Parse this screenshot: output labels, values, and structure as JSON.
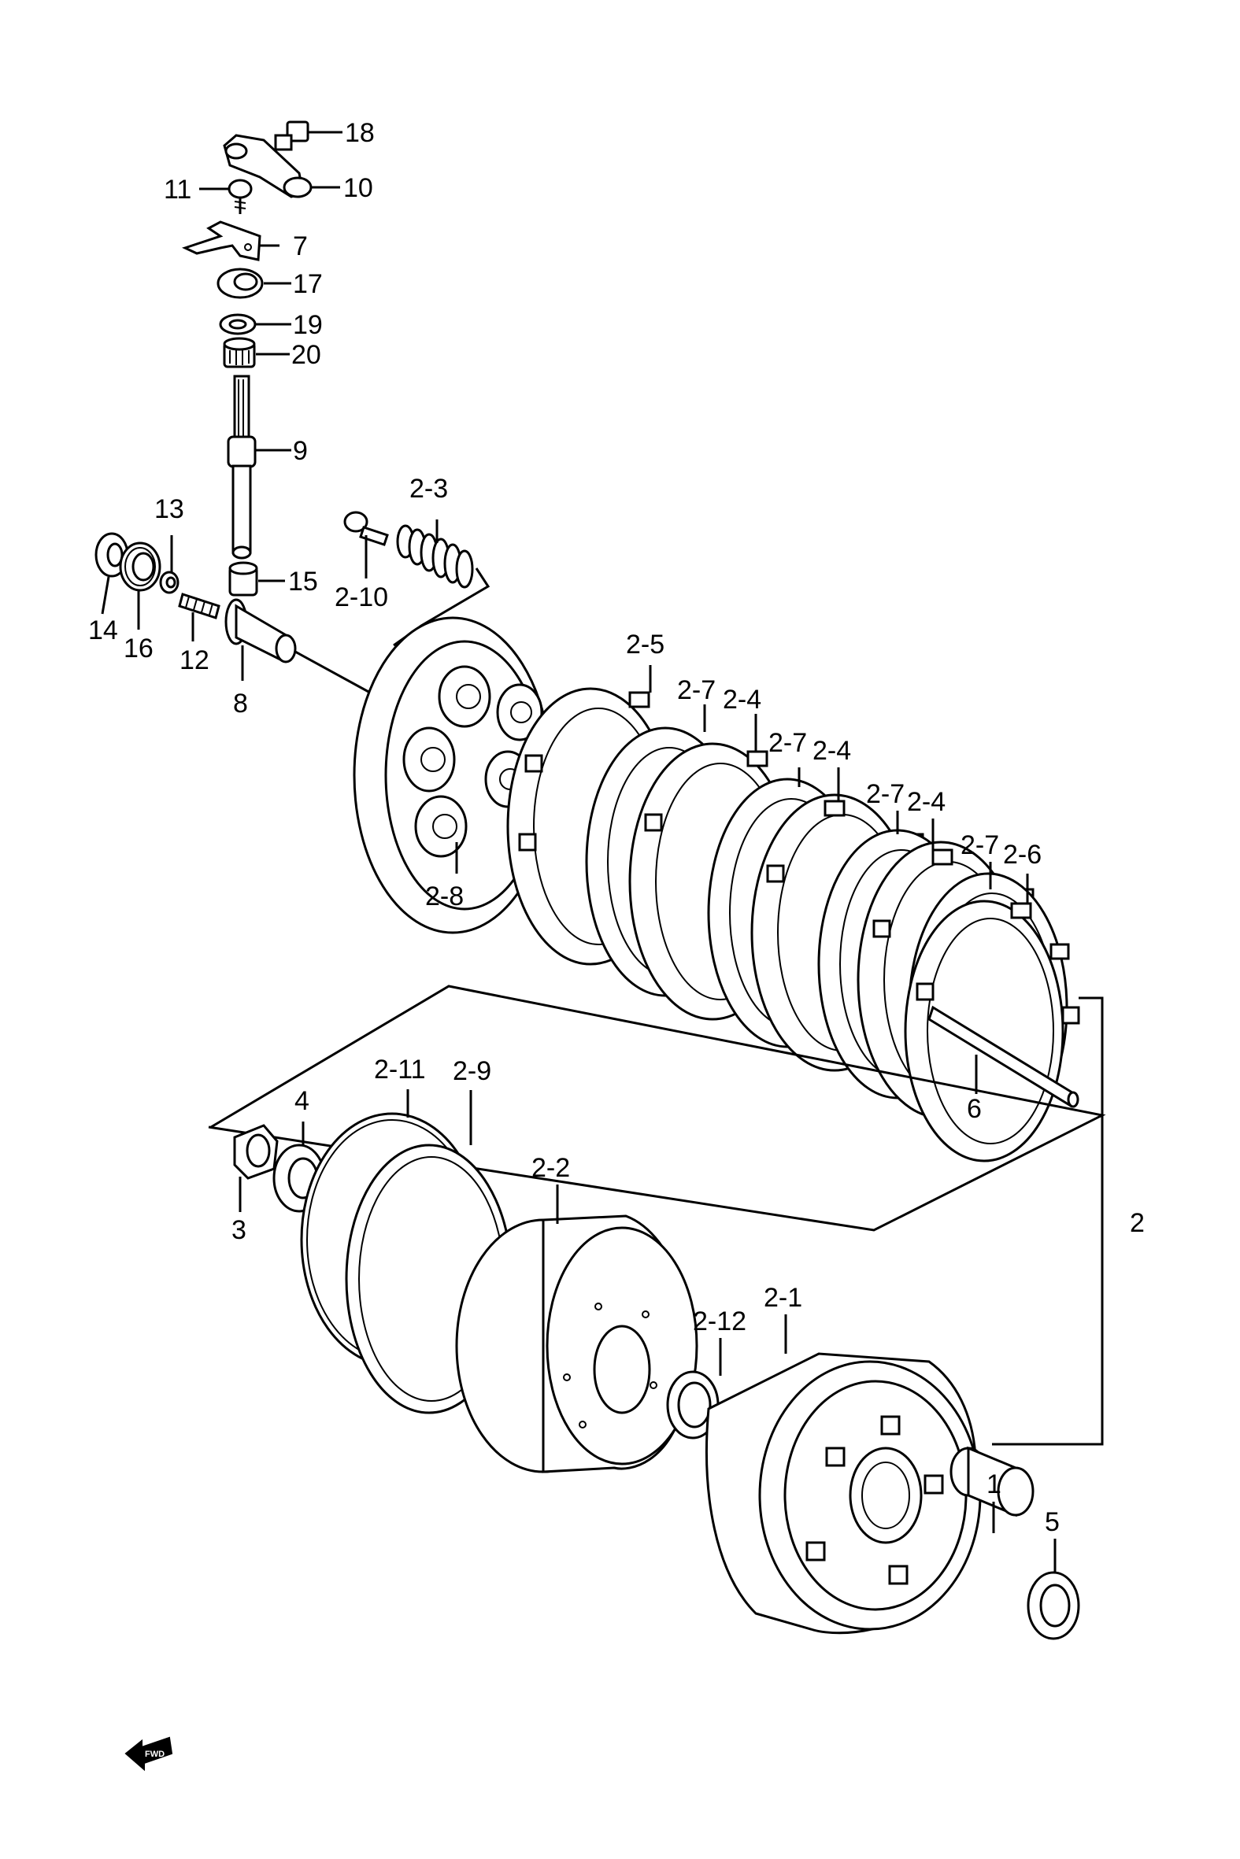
{
  "labels": {
    "p18": "18",
    "p10": "10",
    "p11": "11",
    "p7": "7",
    "p17": "17",
    "p19": "19",
    "p20": "20",
    "p9": "9",
    "p13": "13",
    "p14": "14",
    "p16": "16",
    "p12": "12",
    "p15": "15",
    "p8": "8",
    "p2_3": "2-3",
    "p2_10": "2-10",
    "p2_8": "2-8",
    "p2_5": "2-5",
    "p2_7a": "2-7",
    "p2_4a": "2-4",
    "p2_7b": "2-7",
    "p2_4b": "2-4",
    "p2_7c": "2-7",
    "p2_4c": "2-4",
    "p2_7d": "2-7",
    "p2_6": "2-6",
    "p6": "6",
    "p2": "2",
    "p2_11": "2-11",
    "p2_9": "2-9",
    "p4": "4",
    "p3": "3",
    "p2_2": "2-2",
    "p2_12": "2-12",
    "p2_1": "2-1",
    "p1": "1",
    "p5": "5"
  },
  "fwd_badge": "FWD",
  "icons": {
    "forward": "forward-arrow-icon"
  }
}
